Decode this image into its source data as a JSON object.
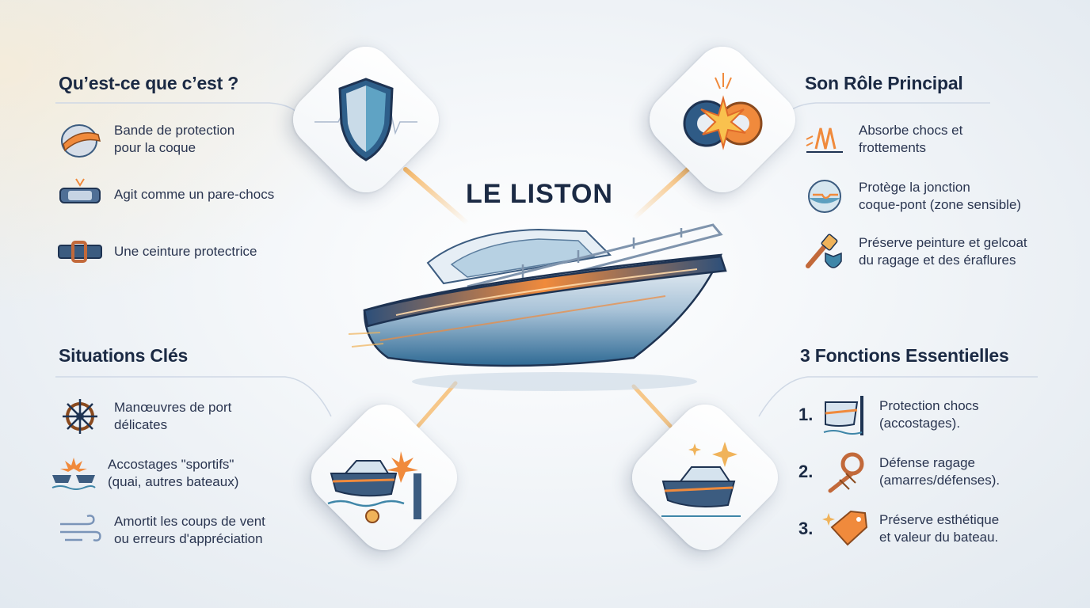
{
  "title": "LE LISTON",
  "sections": {
    "what": {
      "title": "Qu’est-ce que c’est ?",
      "items": [
        {
          "icon": "hull-band-icon",
          "text": "Bande de protection\npour la coque"
        },
        {
          "icon": "bumper-icon",
          "text": "Agit comme un pare-chocs"
        },
        {
          "icon": "belt-icon",
          "text": "Une ceinture protectrice"
        }
      ]
    },
    "role": {
      "title": "Son Rôle Principal",
      "items": [
        {
          "icon": "spring-icon",
          "text": "Absorbe chocs et\nfrottements"
        },
        {
          "icon": "hull-deck-joint-icon",
          "text": "Protège la jonction\ncoque-pont (zone sensible)"
        },
        {
          "icon": "paintbrush-shield-icon",
          "text": "Préserve peinture et gelcoat\ndu ragage et des éraflures"
        }
      ]
    },
    "situations": {
      "title": "Situations Clés",
      "items": [
        {
          "icon": "helm-icon",
          "text": "Manœuvres de port\ndélicates"
        },
        {
          "icon": "collision-icon",
          "text": "Accostages \"sportifs\"\n(quai, autres bateaux)"
        },
        {
          "icon": "wind-icon",
          "text": "Amortit les coups de vent\nou erreurs d'appréciation"
        }
      ]
    },
    "functions": {
      "title": "3 Fonctions Essentielles",
      "items": [
        {
          "number": "1.",
          "icon": "hull-impact-icon",
          "text": "Protection chocs\n(accostages)."
        },
        {
          "number": "2.",
          "icon": "rope-icon",
          "text": "Défense ragage\n(amarres/défenses)."
        },
        {
          "number": "3.",
          "icon": "price-tag-icon",
          "text": "Préserve esthétique\net valeur du bateau."
        }
      ]
    }
  },
  "colors": {
    "navy": "#1b2a44",
    "orange": "#f08a3c",
    "teal": "#3f86a8",
    "steel": "#3c5c80"
  }
}
